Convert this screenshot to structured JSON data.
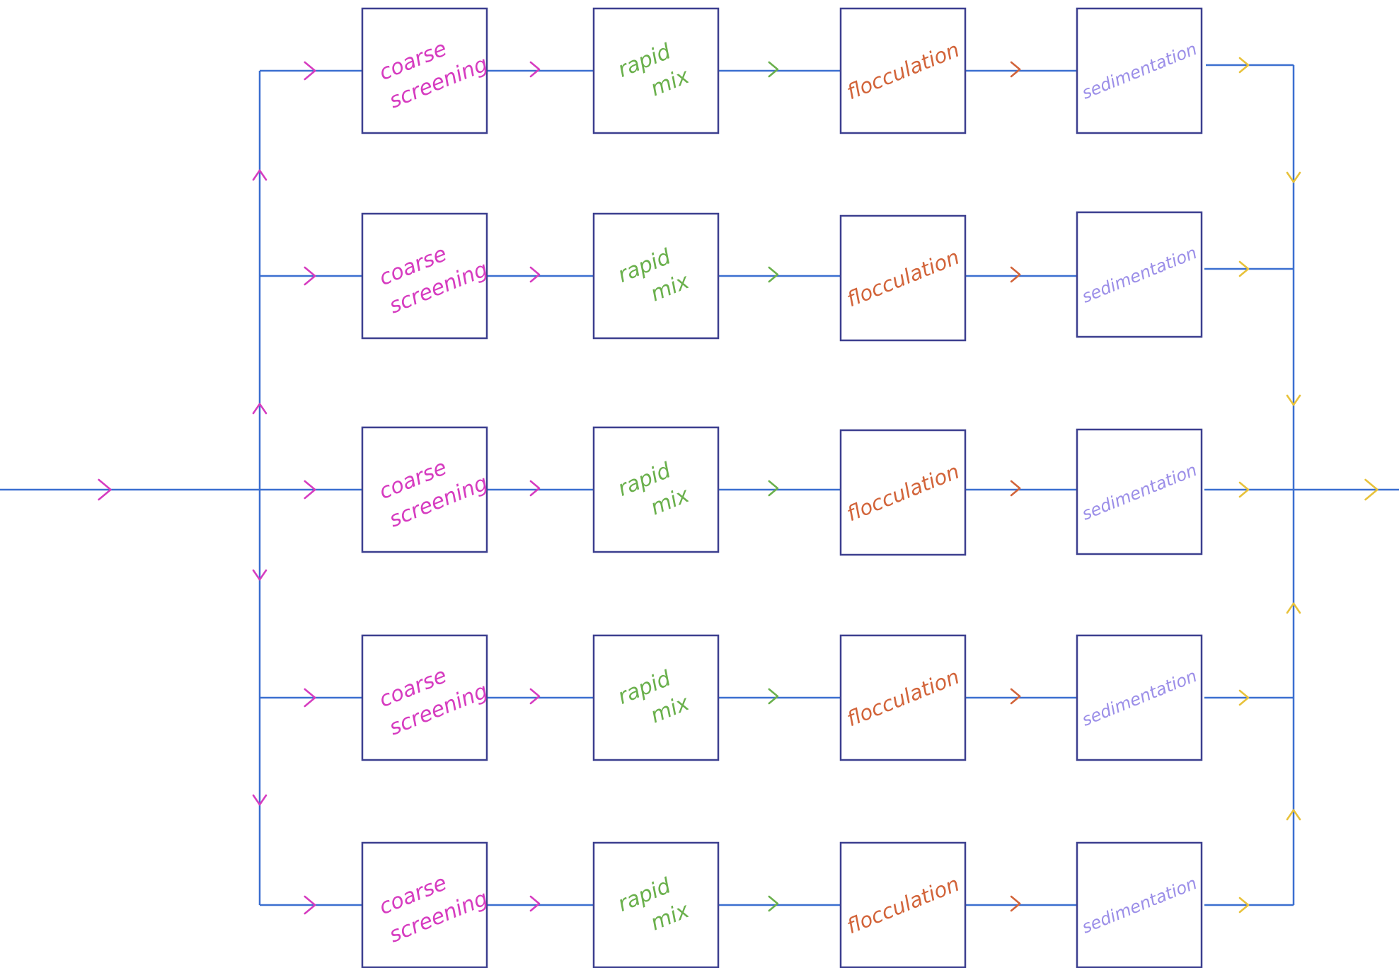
{
  "diagram": {
    "description_free": true,
    "stages": [
      {
        "id": "coarse",
        "lines": [
          "coarse",
          "screening"
        ],
        "color": "#d63cc0"
      },
      {
        "id": "rapid",
        "lines": [
          "rapid",
          "mix"
        ],
        "color": "#6ab04c"
      },
      {
        "id": "floc",
        "lines": [
          "flocculation"
        ],
        "color": "#d2643a"
      },
      {
        "id": "sed",
        "lines": [
          "sedimentation"
        ],
        "color": "#9b8ee8"
      }
    ],
    "trains": 5,
    "colors": {
      "pipe": "#3b6fd0",
      "box": "#3c3f8f",
      "inflow_arrow": "#d63cc0",
      "outflow_arrow": "#e8c23a"
    }
  }
}
